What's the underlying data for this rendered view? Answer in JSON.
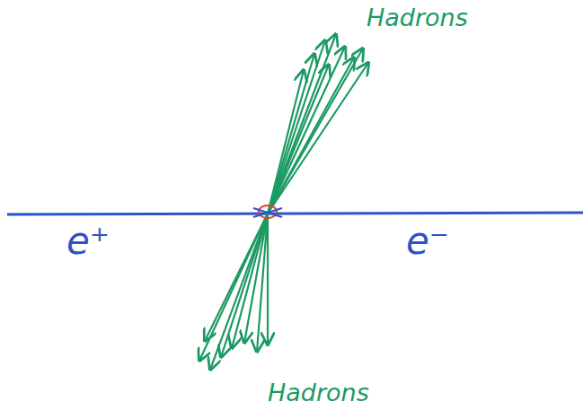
{
  "diagram": {
    "labels": [
      "Hadrons",
      "Hadrons",
      "e⁺",
      "e⁻"
    ]
  }
}
